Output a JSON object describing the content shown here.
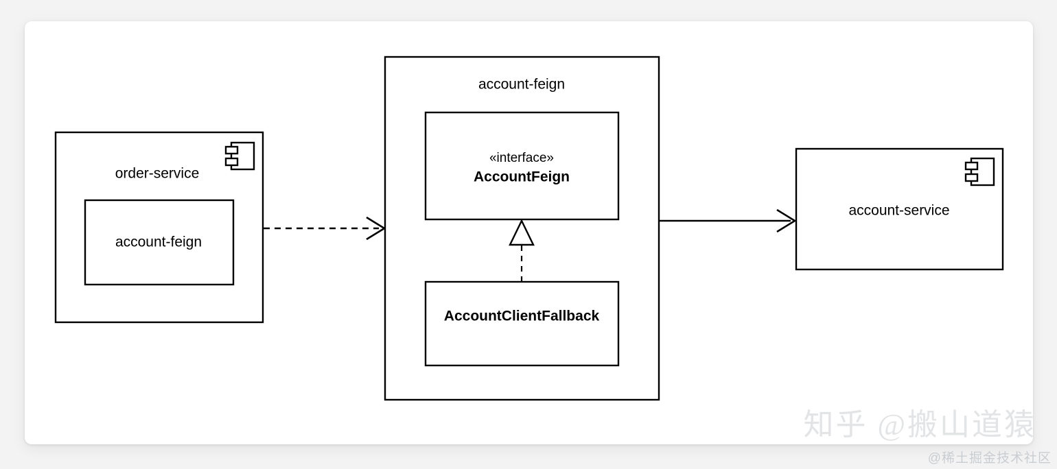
{
  "diagram": {
    "type": "uml-component-diagram",
    "background_color": "#f3f3f3",
    "card_color": "#ffffff",
    "stroke_color": "#000000",
    "nodes": [
      {
        "id": "order-service",
        "kind": "component",
        "label": "order-service",
        "icon": "uml-component-icon",
        "child": {
          "id": "order-service-account-feign",
          "kind": "box",
          "label": "account-feign"
        }
      },
      {
        "id": "account-feign-package",
        "kind": "package",
        "label": "account-feign",
        "children": [
          {
            "id": "account-feign-interface",
            "kind": "interface",
            "stereotype": "«interface»",
            "label": "AccountFeign"
          },
          {
            "id": "account-client-fallback",
            "kind": "class",
            "label": "AccountClientFallback"
          }
        ]
      },
      {
        "id": "account-service",
        "kind": "component",
        "label": "account-service",
        "icon": "uml-component-icon"
      }
    ],
    "edges": [
      {
        "id": "edge-order-to-feign",
        "from": "order-service",
        "to": "account-feign-package",
        "style": "dashed",
        "arrow": "open",
        "label": ""
      },
      {
        "id": "edge-feign-to-account-service",
        "from": "account-feign-package",
        "to": "account-service",
        "style": "solid",
        "arrow": "open",
        "label": ""
      },
      {
        "id": "edge-fallback-realizes-interface",
        "from": "account-client-fallback",
        "to": "account-feign-interface",
        "style": "dashed",
        "arrow": "hollow-triangle",
        "label": ""
      }
    ]
  },
  "watermark": {
    "primary": "知乎 @搬山道猿",
    "secondary": "@稀土掘金技术社区",
    "primary_color": "#e2e4e6",
    "secondary_color": "#c9cdd1"
  }
}
